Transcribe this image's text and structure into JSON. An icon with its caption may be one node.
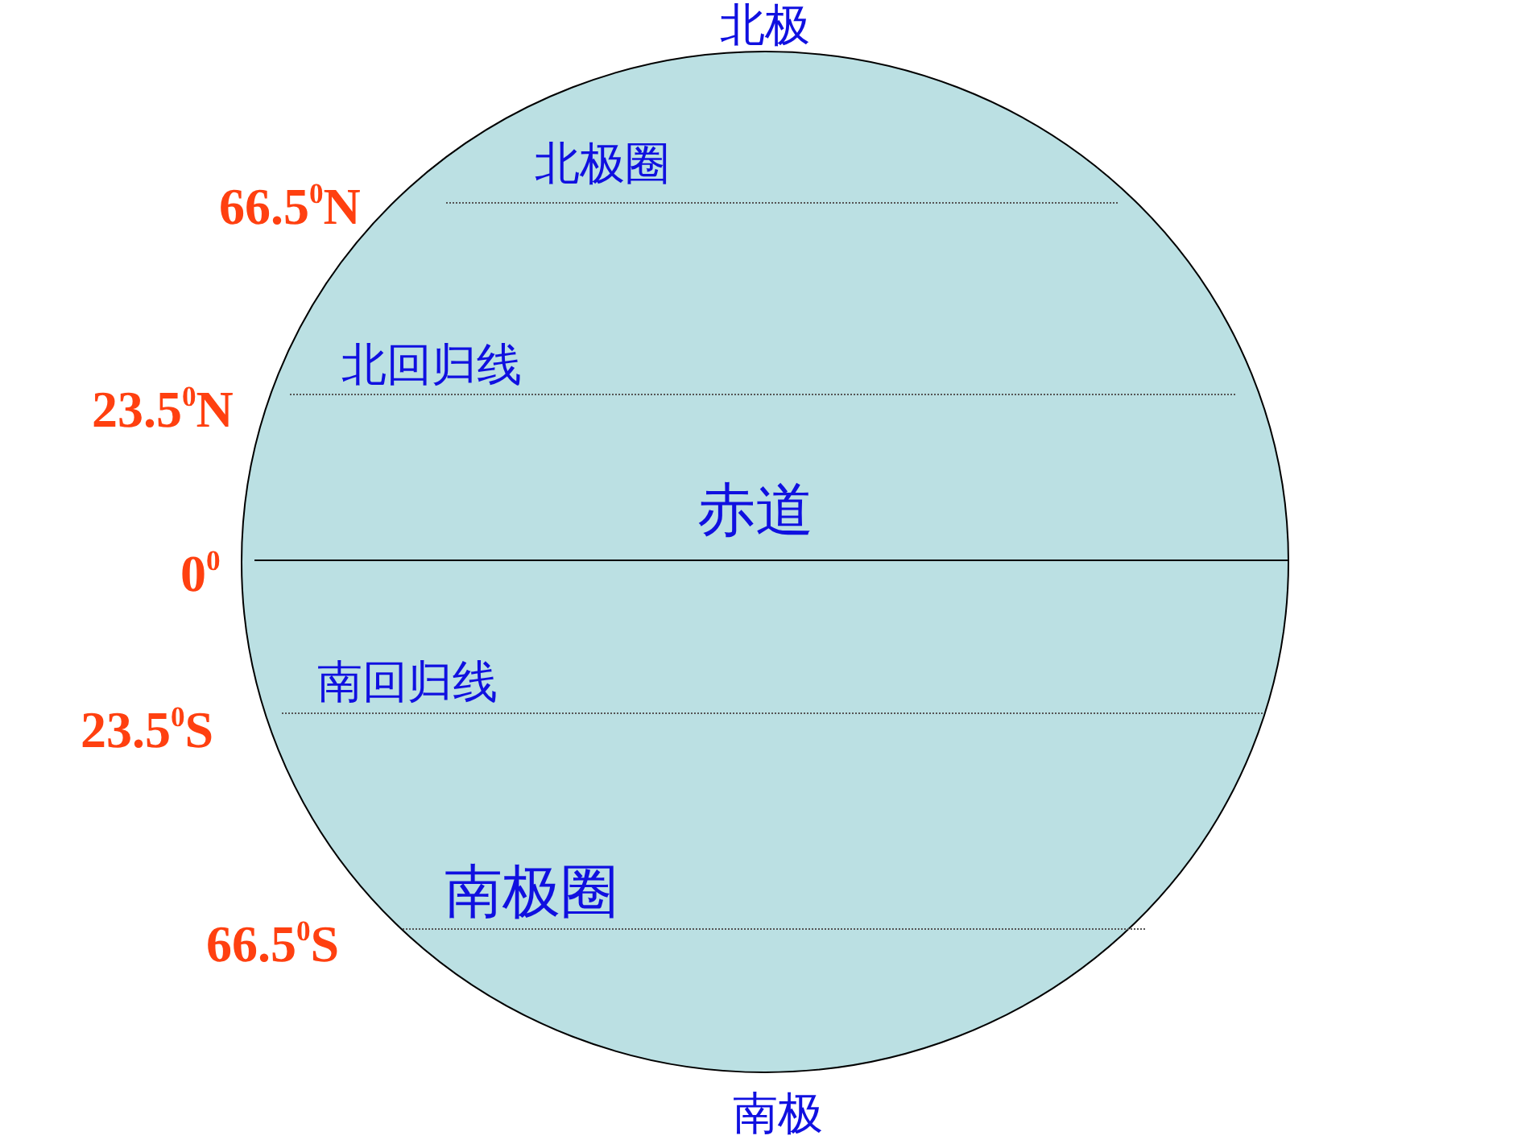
{
  "diagram": {
    "labels": [
      "北极",
      "北极圈",
      "66.5$^{0}$N",
      "北回归线",
      "23.5$^{0}$N",
      "赤道",
      "0$^{0}$",
      "南回归线",
      "23.5$^{0}$S",
      "南极圈",
      "66.5$^{0}$S",
      "南极"
    ]
  }
}
